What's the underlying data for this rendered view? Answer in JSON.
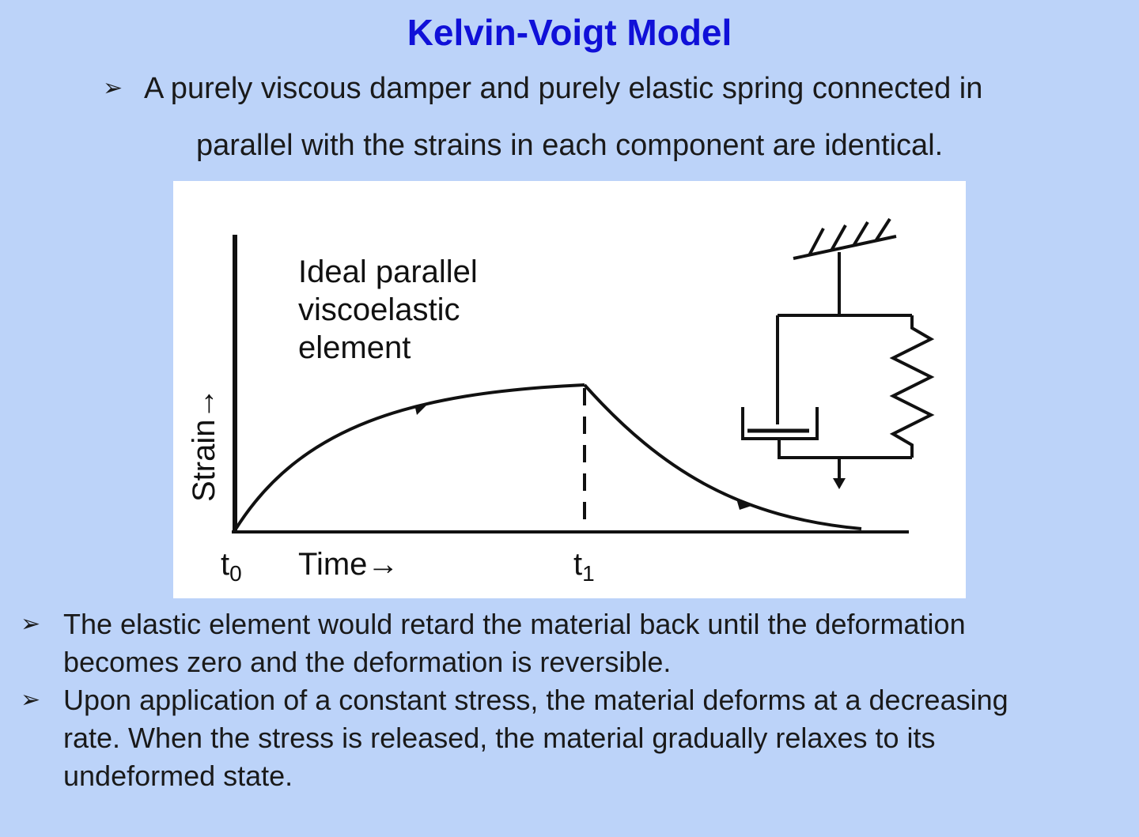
{
  "slide": {
    "title": "Kelvin-Voigt Model",
    "bullet_glyph": "➢",
    "intro": {
      "line1": "A  purely viscous damper and purely elastic spring connected in",
      "line2": "parallel with the strains in each component are identical."
    },
    "notes": [
      {
        "line1": "The elastic element would retard the material back until the deformation",
        "line2": "becomes zero and the deformation is reversible."
      },
      {
        "line1": "Upon application of a constant stress, the material deforms at a decreasing",
        "line2": "rate. When the stress is released, the material gradually relaxes to its",
        "line3": "undeformed state."
      }
    ]
  },
  "figure": {
    "caption_line1": "Ideal parallel",
    "caption_line2": "viscoelastic",
    "caption_line3": "element",
    "ylabel": "Strain→",
    "xlabel": "Time→",
    "t0_base": "t",
    "t0_sub": "0",
    "t1_base": "t",
    "t1_sub": "1",
    "colors": {
      "background": "#bcd3f9",
      "title": "#1010d8",
      "ink": "#111111"
    }
  }
}
